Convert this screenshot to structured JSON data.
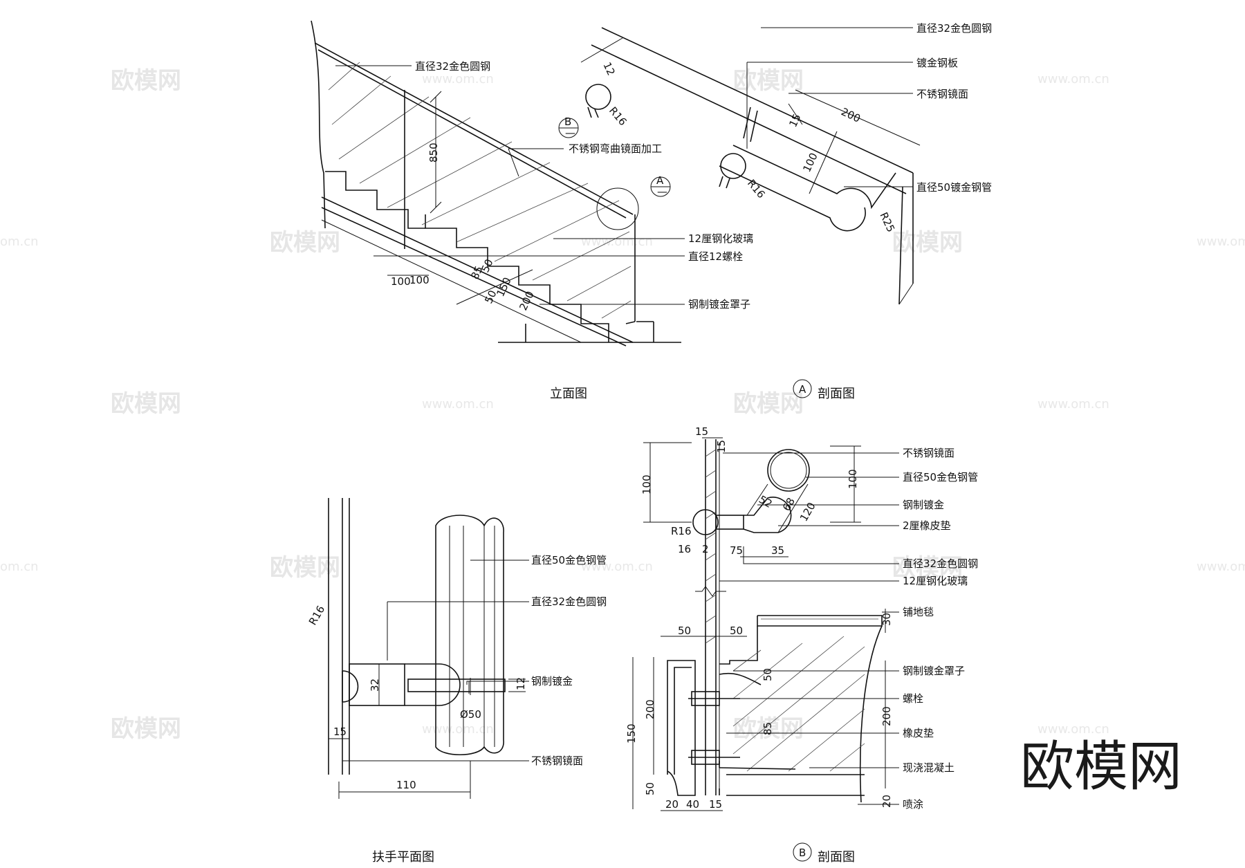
{
  "elevation": {
    "title": "立面图",
    "callouts": [
      "直径32金色圆钢",
      "不锈钢弯曲镜面加工",
      "12厘钢化玻璃",
      "直径12螺栓",
      "钢制镀金罩子"
    ],
    "dims": [
      "850",
      "100",
      "100",
      "85",
      "50",
      "150",
      "50",
      "200"
    ],
    "markers": [
      {
        "letter": "B",
        "sub": "—"
      },
      {
        "letter": "A",
        "sub": "—"
      }
    ]
  },
  "section_a": {
    "title": "剖面图",
    "marker": "A",
    "callouts": [
      "直径32金色圆钢",
      "镀金钢板",
      "不锈钢镜面",
      "直径50镀金钢管"
    ],
    "dims": [
      "12",
      "R16",
      "R16",
      "15",
      "200",
      "100",
      "R25"
    ]
  },
  "plan": {
    "title": "扶手平面图",
    "callouts": [
      "直径50金色钢管",
      "直径32金色圆钢",
      "钢制镀金",
      "不锈钢镜面"
    ],
    "dims": [
      "R16",
      "32",
      "12",
      "Ø50",
      "15",
      "110"
    ]
  },
  "section_b": {
    "title": "剖面图",
    "marker": "B",
    "callouts": [
      "不锈钢镜面",
      "直径50金色钢管",
      "钢制镀金",
      "2厘橡皮垫",
      "直径32金色圆钢",
      "12厘钢化玻璃",
      "铺地毯",
      "钢制镀金罩子",
      "螺栓",
      "橡皮垫",
      "现浇混凝土",
      "喷涂"
    ],
    "dims": [
      "15",
      "15",
      "100",
      "100",
      "52",
      "68",
      "120",
      "R16",
      "16",
      "2",
      "75",
      "35",
      "50",
      "50",
      "30",
      "50",
      "85",
      "200",
      "150",
      "200",
      "50",
      "20",
      "20",
      "40",
      "15"
    ]
  },
  "watermark": {
    "brand": "欧模网",
    "url": "www.om.cn",
    "url_cut": "om.cn",
    "logo": "欧模网"
  }
}
